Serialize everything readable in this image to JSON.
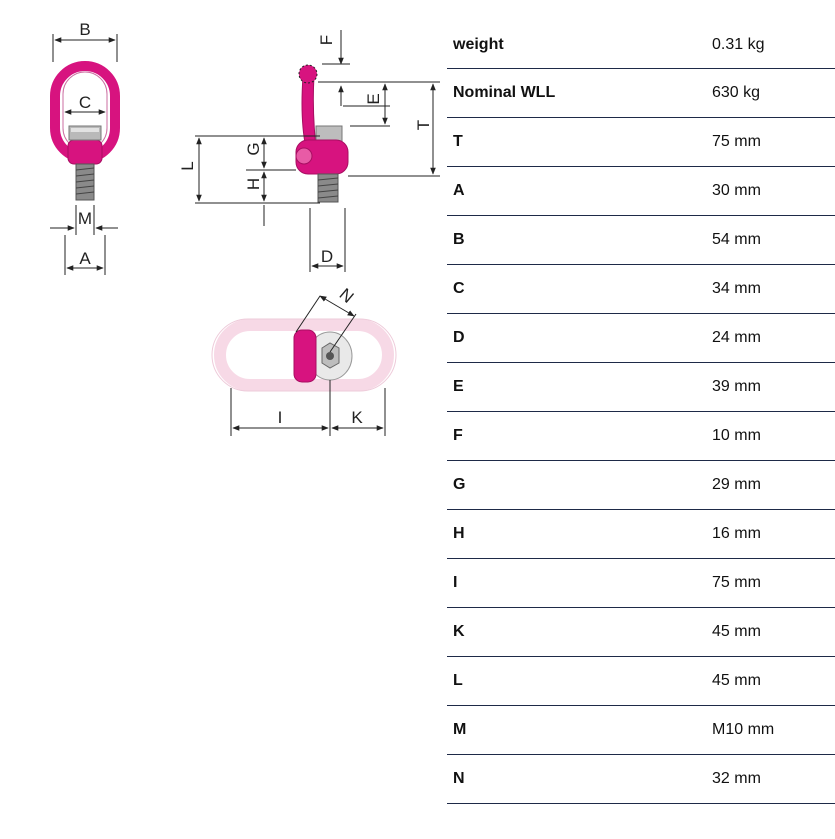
{
  "colors": {
    "product": "#d7137f",
    "product_dark": "#a80e62",
    "product_light": "#f7d9e6",
    "row_border": "#1e2a47",
    "dim_line": "#222222"
  },
  "drawing": {
    "labels": {
      "B": "B",
      "C": "C",
      "M": "M",
      "A": "A",
      "F": "F",
      "E": "E",
      "T": "T",
      "G": "G",
      "L": "L",
      "H": "H",
      "D": "D",
      "N": "N",
      "I": "I",
      "K": "K"
    }
  },
  "specs": [
    {
      "label": "weight",
      "value": "0.31 kg"
    },
    {
      "label": "Nominal WLL",
      "value": "630 kg"
    },
    {
      "label": "T",
      "value": "75 mm"
    },
    {
      "label": "A",
      "value": "30 mm"
    },
    {
      "label": "B",
      "value": "54 mm"
    },
    {
      "label": "C",
      "value": "34 mm"
    },
    {
      "label": "D",
      "value": "24 mm"
    },
    {
      "label": "E",
      "value": "39 mm"
    },
    {
      "label": "F",
      "value": "10 mm"
    },
    {
      "label": "G",
      "value": "29 mm"
    },
    {
      "label": "H",
      "value": "16 mm"
    },
    {
      "label": "I",
      "value": "75 mm"
    },
    {
      "label": "K",
      "value": "45 mm"
    },
    {
      "label": "L",
      "value": "45 mm"
    },
    {
      "label": "M",
      "value": "M10 mm"
    },
    {
      "label": "N",
      "value": "32 mm"
    }
  ]
}
